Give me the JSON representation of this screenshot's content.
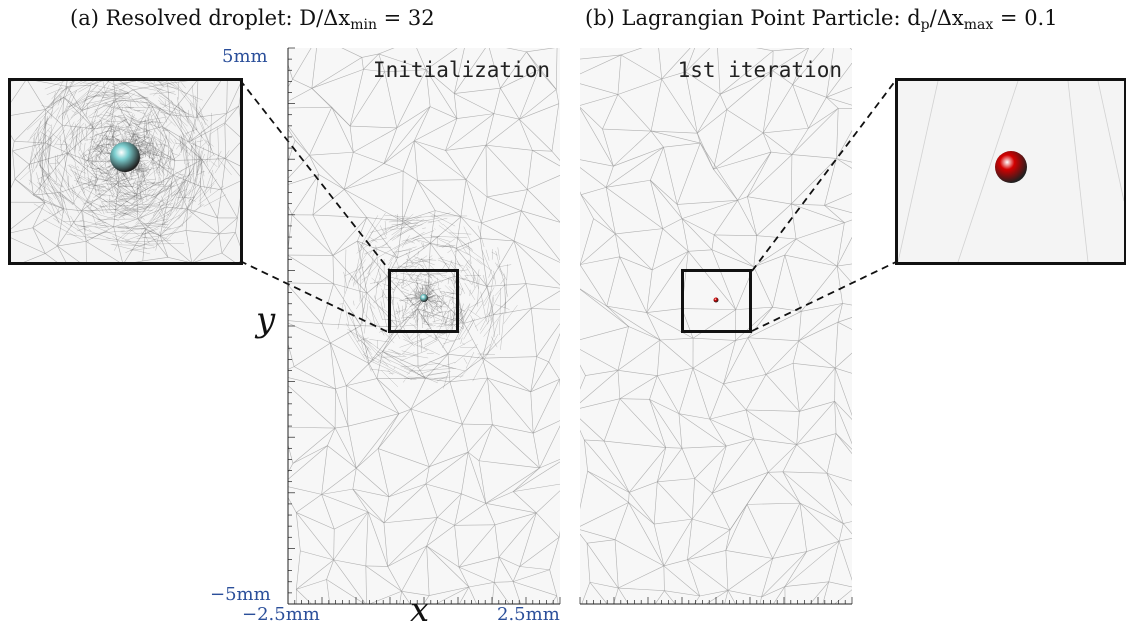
{
  "titles": {
    "left": "(a) Resolved droplet: D/Δx",
    "left_sub": "min",
    "left_tail": " = 32",
    "right": "(b) Lagrangian Point Particle: d",
    "right_sub1": "p",
    "right_mid": "/Δx",
    "right_sub2": "max",
    "right_tail": " = 0.1"
  },
  "panels": {
    "left_label": "Initialization",
    "right_label": "1st iteration"
  },
  "axes": {
    "y_top": "5mm",
    "y_bottom": "−5mm",
    "x_left": "−2.5mm",
    "x_right": "2.5mm",
    "x_var": "x",
    "y_var": "y"
  },
  "colors": {
    "droplet_resolved": "#7ccfd0",
    "droplet_point": "#d40000",
    "mesh_line": "#9a9a9a",
    "tick_label": "#2b4f9a"
  }
}
